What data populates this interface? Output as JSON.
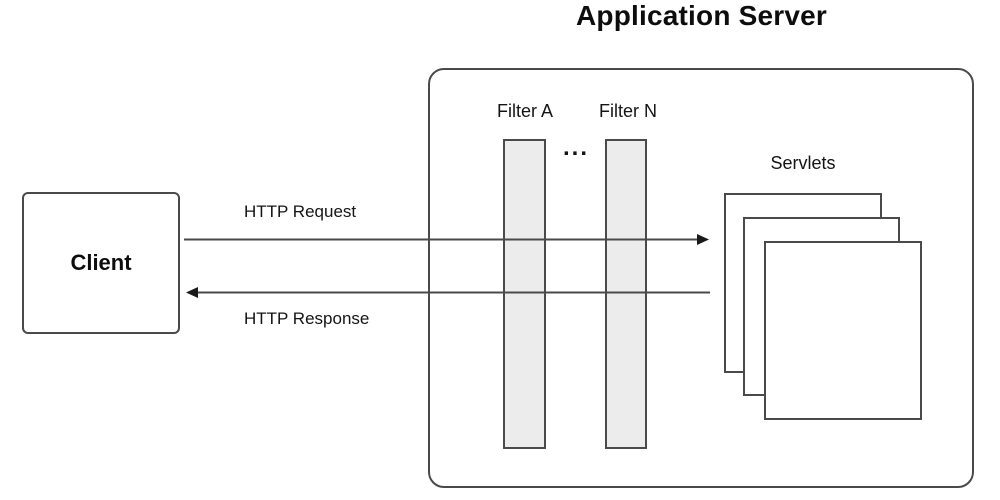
{
  "title": "Application Server",
  "client": {
    "label": "Client"
  },
  "flow": {
    "request_label": "HTTP Request",
    "response_label": "HTTP Response"
  },
  "filters": {
    "a_label": "Filter A",
    "n_label": "Filter N",
    "ellipsis": "..."
  },
  "servlets": {
    "label": "Servlets",
    "card_count": 3
  },
  "colors": {
    "background": "#ffffff",
    "line": "#4a4a4a",
    "text": "#111111",
    "filter_fill": "#ececec"
  }
}
